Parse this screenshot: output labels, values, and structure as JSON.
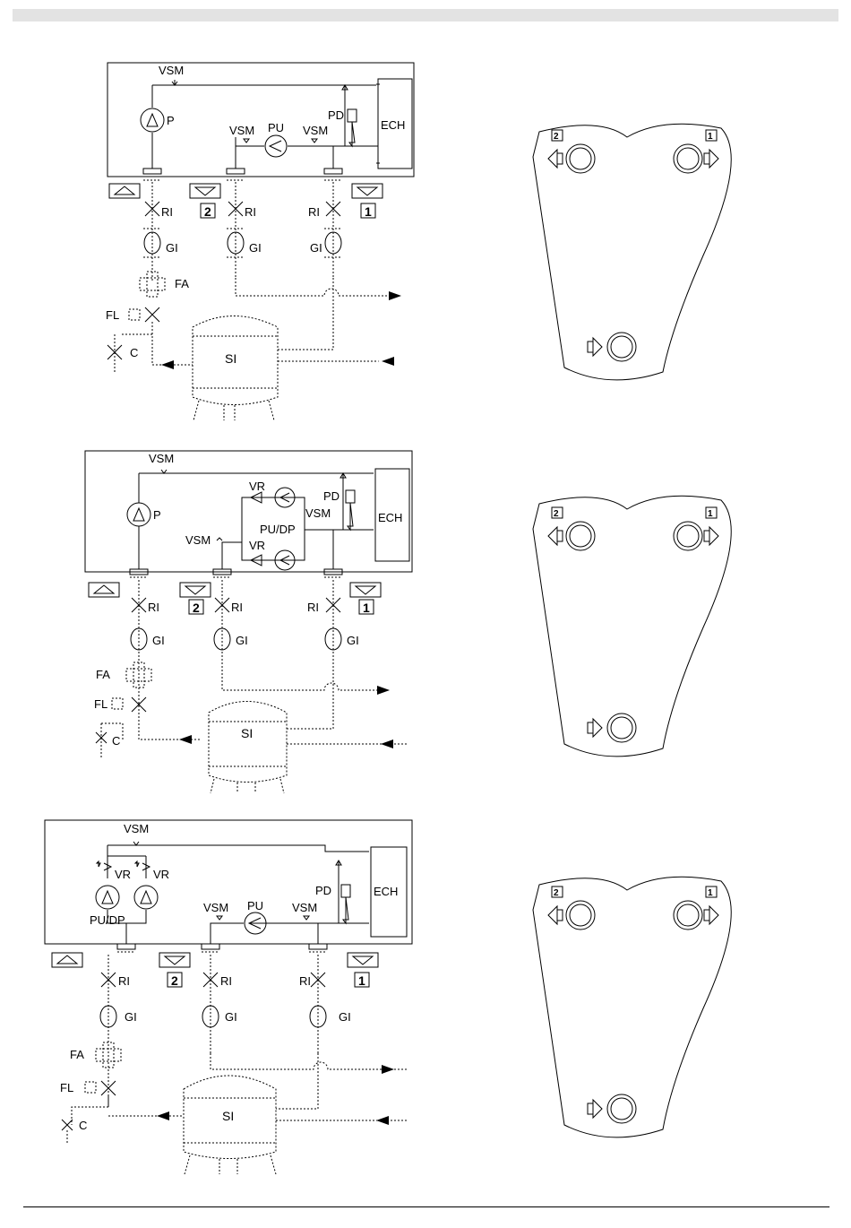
{
  "labels": {
    "vsm": "VSM",
    "p": "P",
    "pu": "PU",
    "pd": "PD",
    "ech": "ECH",
    "ri": "RI",
    "gi": "GI",
    "fa": "FA",
    "fl": "FL",
    "c": "C",
    "si": "SI",
    "vr": "VR",
    "pudp": "PU/DP"
  },
  "ports": {
    "one": "1",
    "two": "2"
  }
}
